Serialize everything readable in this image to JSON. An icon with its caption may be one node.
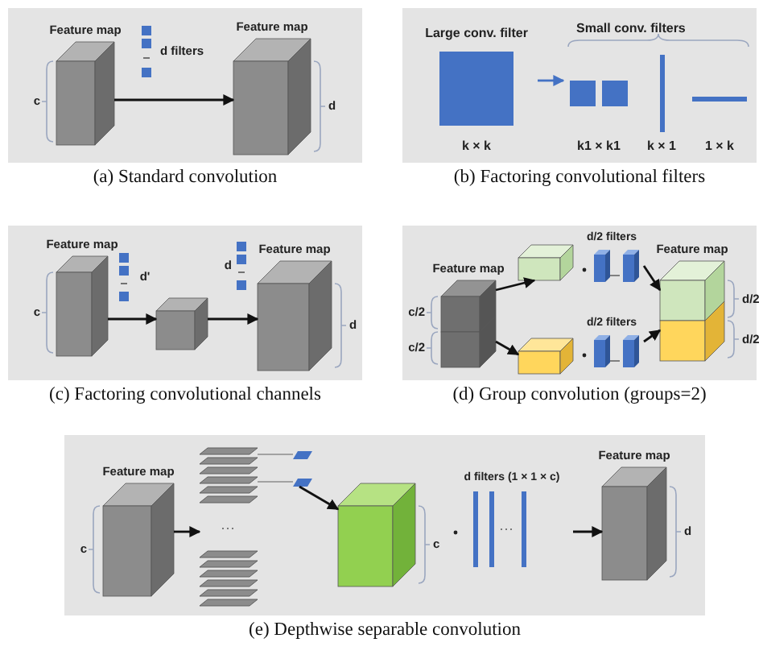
{
  "diagram": {
    "nodes": [
      {
        "text": [
          "(a) Standard convolution"
        ]
      },
      {
        "text": [
          "Feature map"
        ],
        "in": 0,
        "beside": [
          "c"
        ]
      },
      {
        "text": [
          "d filters"
        ],
        "in": 0
      },
      {
        "text": [
          "Feature map"
        ],
        "in": 0,
        "beside": [
          "d"
        ]
      },
      {
        "text": [
          "(b) Factoring convolutional filters"
        ]
      },
      {
        "text": [
          "Large conv. filter",
          "k × k"
        ],
        "in": 4
      },
      {
        "text": [
          "k1 × k1"
        ],
        "in": 4
      },
      {
        "text": [
          "k × 1"
        ],
        "in": 4
      },
      {
        "text": [
          "1 × k"
        ],
        "in": 4
      },
      {
        "text": [
          "(c) Factoring convolutional channels"
        ]
      },
      {
        "text": [
          "Feature map"
        ],
        "in": 9,
        "beside": [
          "c"
        ]
      },
      {
        "text": [
          "d'"
        ],
        "in": 9
      },
      {
        "text": [],
        "shape": "box",
        "in": 9
      },
      {
        "text": [
          "d"
        ],
        "in": 9
      },
      {
        "text": [
          "Feature map"
        ],
        "in": 9,
        "beside": [
          "d"
        ]
      },
      {
        "text": [
          "(d) Group convolution (groups=2)"
        ]
      },
      {
        "text": [
          "Feature map"
        ],
        "in": 15,
        "beside": [
          "c/2",
          "c/2"
        ]
      },
      {
        "text": [],
        "shape": "box",
        "in": 15
      },
      {
        "text": [
          "d/2 filters"
        ],
        "in": 15
      },
      {
        "text": [],
        "shape": "box",
        "in": 15
      },
      {
        "text": [
          "d/2 filters"
        ],
        "in": 15
      },
      {
        "text": [
          "Feature map"
        ],
        "in": 15,
        "beside": [
          "d/2",
          "d/2"
        ]
      },
      {
        "text": [
          "(e) Depthwise separable convolution"
        ]
      },
      {
        "text": [
          "Feature map"
        ],
        "in": 22,
        "beside": [
          "c"
        ]
      },
      {
        "text": [],
        "shape": "box",
        "in": 22
      },
      {
        "text": [],
        "shape": "bar",
        "in": 22
      },
      {
        "text": [],
        "shape": "bar",
        "in": 22
      },
      {
        "text": [],
        "shape": "box",
        "in": 22,
        "beside": [
          "c"
        ]
      },
      {
        "text": [
          "d filters (1 × 1 × c)"
        ],
        "in": 22
      },
      {
        "text": [
          "Feature map"
        ],
        "in": 22,
        "beside": [
          "d"
        ]
      }
    ],
    "edges": [
      {
        "from": 1,
        "to": 3,
        "arrow": "to"
      },
      {
        "from": 5,
        "to": 6,
        "arrow": "to",
        "color": "#4472c4"
      },
      {
        "from": 10,
        "to": 12,
        "arrow": "to"
      },
      {
        "from": 12,
        "to": 14,
        "arrow": "to"
      },
      {
        "from": 16,
        "to": 17,
        "arrow": "to"
      },
      {
        "from": 16,
        "to": 19,
        "arrow": "to"
      },
      {
        "from": 18,
        "to": 21,
        "arrow": "to"
      },
      {
        "from": 20,
        "to": 21,
        "arrow": "to"
      },
      {
        "from": 23,
        "to": 24,
        "arrow": "to"
      },
      {
        "from": 24,
        "to": 25,
        "arrow": "none",
        "color": "#8c8c8c"
      },
      {
        "from": 24,
        "to": 26,
        "arrow": "none",
        "color": "#8c8c8c"
      },
      {
        "from": 26,
        "to": 27,
        "arrow": "to"
      },
      {
        "from": 28,
        "to": 29,
        "arrow": "to"
      }
    ],
    "labels": [
      "Small conv. filters"
    ]
  }
}
